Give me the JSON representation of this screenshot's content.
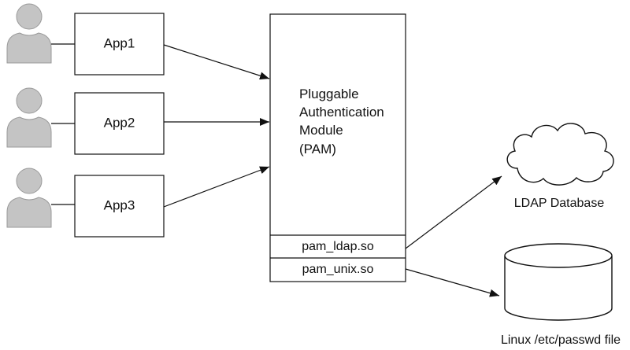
{
  "apps": [
    {
      "label": "App1"
    },
    {
      "label": "App2"
    },
    {
      "label": "App3"
    }
  ],
  "pam": {
    "title_lines": [
      "Pluggable",
      "Authentication",
      "Module",
      "(PAM)"
    ],
    "modules": [
      {
        "label": "pam_ldap.so"
      },
      {
        "label": "pam_unix.so"
      }
    ]
  },
  "backends": {
    "ldap": {
      "label": "LDAP Database",
      "icon": "cloud-icon"
    },
    "passwd": {
      "label": "Linux /etc/passwd file",
      "icon": "database-cylinder-icon"
    }
  },
  "icons": {
    "user": "user-silhouette-icon"
  },
  "colors": {
    "user_fill": "#c4c4c4",
    "user_outline": "#9a9a9a",
    "stroke": "#111111",
    "background": "#ffffff"
  }
}
